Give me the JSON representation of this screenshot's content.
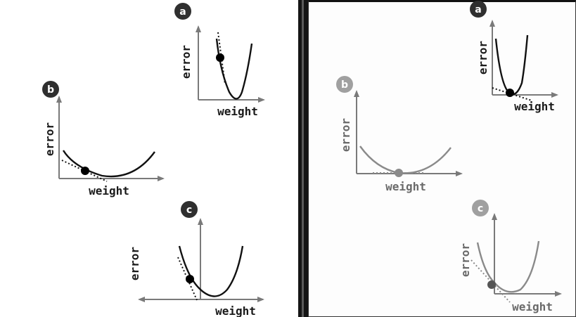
{
  "colors": {
    "curve_dark": "#111111",
    "curve_faded": "#8a8a8a",
    "axis": "#7a7a7a",
    "badge_dark": "#2f2f2f",
    "badge_faded": "#a0a0a0",
    "label_dark": "#1a1a1a",
    "label_faded": "#6a6a6a"
  },
  "left_panel": {
    "graph_a": {
      "badge": "a",
      "x_label": "weight",
      "y_label": "error"
    },
    "graph_b": {
      "badge": "b",
      "x_label": "weight",
      "y_label": "error"
    },
    "graph_c": {
      "badge": "c",
      "x_label": "weight",
      "y_label": "error"
    }
  },
  "right_panel": {
    "graph_a": {
      "badge": "a",
      "x_label": "weight",
      "y_label": "error"
    },
    "graph_b": {
      "badge": "b",
      "x_label": "weight",
      "y_label": "error"
    },
    "graph_c": {
      "badge": "c",
      "x_label": "weight",
      "y_label": "error"
    }
  }
}
